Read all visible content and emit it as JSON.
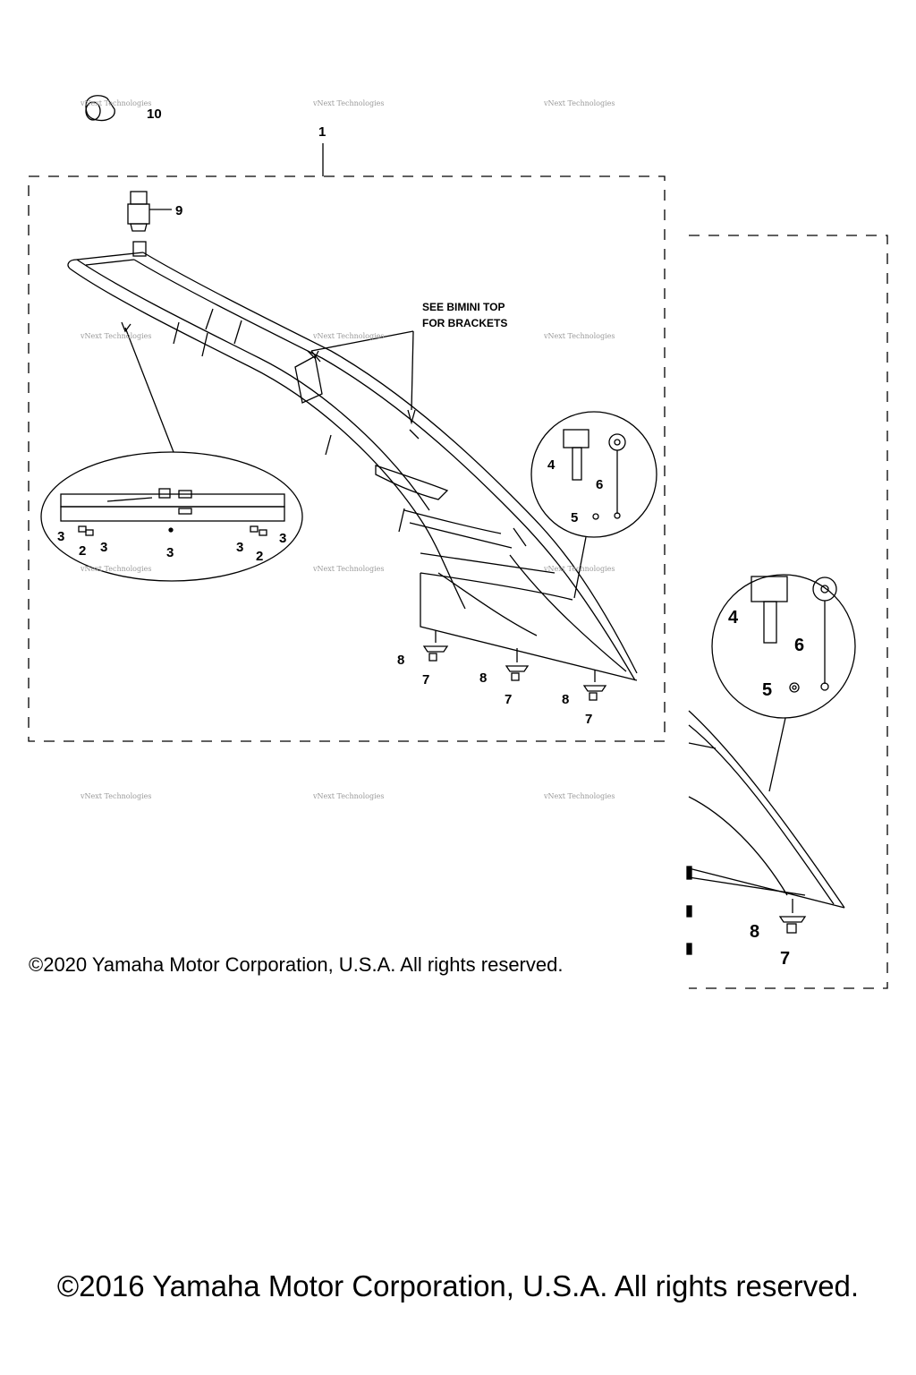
{
  "diagram": {
    "note_line1": "SEE BIMINI TOP",
    "note_line2": "FOR BRACKETS",
    "watermark": "vNext Technologies",
    "callouts": {
      "c1": "1",
      "c2": "2",
      "c3": "3",
      "c4": "4",
      "c5": "5",
      "c6": "6",
      "c7": "7",
      "c8": "8",
      "c9": "9",
      "c10": "10"
    }
  },
  "copyright_2020": "©2020 Yamaha Motor Corporation, U.S.A. All rights reserved.",
  "copyright_2016": "©2016 Yamaha Motor Corporation, U.S.A. All rights reserved."
}
